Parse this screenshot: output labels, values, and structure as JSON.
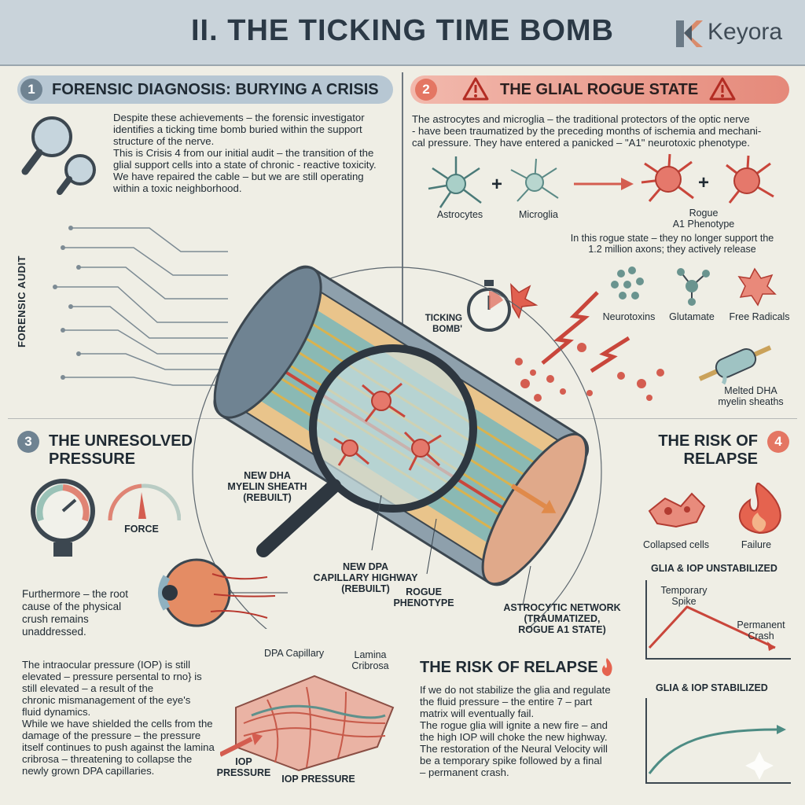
{
  "header": {
    "title": "II. THE TICKING TIME BOMB",
    "brand": "Keyora"
  },
  "section1": {
    "number": "1",
    "title": "FORENSIC DIAGNOSIS: BURYING A CRISIS",
    "paragraph_lines": [
      "Despite these achievements – the forensic investigator",
      "identifies a ticking time bomb buried within the support",
      "structure of the nerve.",
      "This is Crisis 4 from our initial audit – the transition of the",
      "glial support cells into a state of chronic - reactive toxicity.",
      "We have repaired the cable – but we are still operating",
      "within a toxic neighborhood."
    ],
    "side_label": "FORENSIC AUDIT"
  },
  "section2": {
    "number": "2",
    "title": "THE GLIAL ROGUE STATE",
    "intro_lines": [
      "The astrocytes and microglia – the traditional protectors of the optic nerve",
      "- have been traumatized by the preceding months of ischemia and mechani-",
      "cal pressure. They have entered a panicked – \"A1\" neurotoxic phenotype."
    ],
    "labels": {
      "astrocytes": "Astrocytes",
      "microglia": "Microglia",
      "rogue_1": "Rogue",
      "rogue_2": "A1 Phenotype",
      "neurotoxins": "Neurotoxins",
      "glutamate": "Glutamate",
      "free_radicals": "Free Radicals",
      "melted_1": "Melted DHA",
      "melted_2": "myelin sheaths",
      "ticking_1": "TICKING",
      "ticking_2": "BOMB'"
    },
    "rogue_lines": [
      "In this rogue state – they no longer support the",
      "1.2 million axons; they actively release"
    ]
  },
  "nerve_labels": {
    "myelin": [
      "NEW DHA",
      "MYELIN SHEATH",
      "(REBUILT)"
    ],
    "capillary": [
      "NEW DPA",
      "CAPILLARY HIGHWAY",
      "(REBUILT)"
    ],
    "rogue": [
      "ROGUE",
      "PHENOTYPE"
    ],
    "astro_network": [
      "ASTROCYTIC NETWORK",
      "(TRAUMATIZED,",
      "ROGUE A1 STATE)"
    ]
  },
  "section3": {
    "number": "3",
    "title_lines": [
      "THE UNRESOLVED",
      "PRESSURE"
    ],
    "force_label": "FORCE",
    "lead_lines": [
      "Furthermore – the root",
      "cause of the physical",
      "crush remains",
      "unaddressed."
    ],
    "body_lines": [
      "The intraocular pressure (IOP) is still",
      "elevated – pressure persental to rno} is",
      "still elevated – a result of the",
      "chronic mismanagement of the eye's",
      "fluid dynamics.",
      "While we have shielded the cells from the",
      "damage of the pressure – the pressure",
      "itself continues to push against the lamina",
      "cribrosa – threatening to collapse the",
      "newly grown DPA capillaries."
    ],
    "dpa_capillary": "DPA Capillary",
    "lamina": [
      "Lamina",
      "Cribrosa"
    ],
    "iop_1": [
      "IOP",
      "PRESSURE"
    ],
    "iop_2": "IOP PRESSURE"
  },
  "section4": {
    "number": "4",
    "title_lines": [
      "THE RISK OF",
      "RELAPSE"
    ],
    "collapsed": "Collapsed cells",
    "failure": "Failure",
    "unstabilized": "GLIA & IOP UNSTABILIZED",
    "spike": [
      "Temporary",
      "Spike"
    ],
    "crash": [
      "Permanent",
      "Crash"
    ],
    "stabilized": "GLIA & IOP STABILIZED"
  },
  "relapse": {
    "title": "THE RISK OF RELAPSE",
    "lines": [
      "If we do not stabilize the glia and regulate",
      "the fluid pressure – the entire 7 – part",
      "matrix will eventually fail.",
      "The rogue glia will ignite a new fire – and",
      "the high IOP will choke the new highway.",
      "The restoration of the Neural Velocity will",
      "be a temporary spike followed by a final",
      "– permanent crash."
    ]
  }
}
